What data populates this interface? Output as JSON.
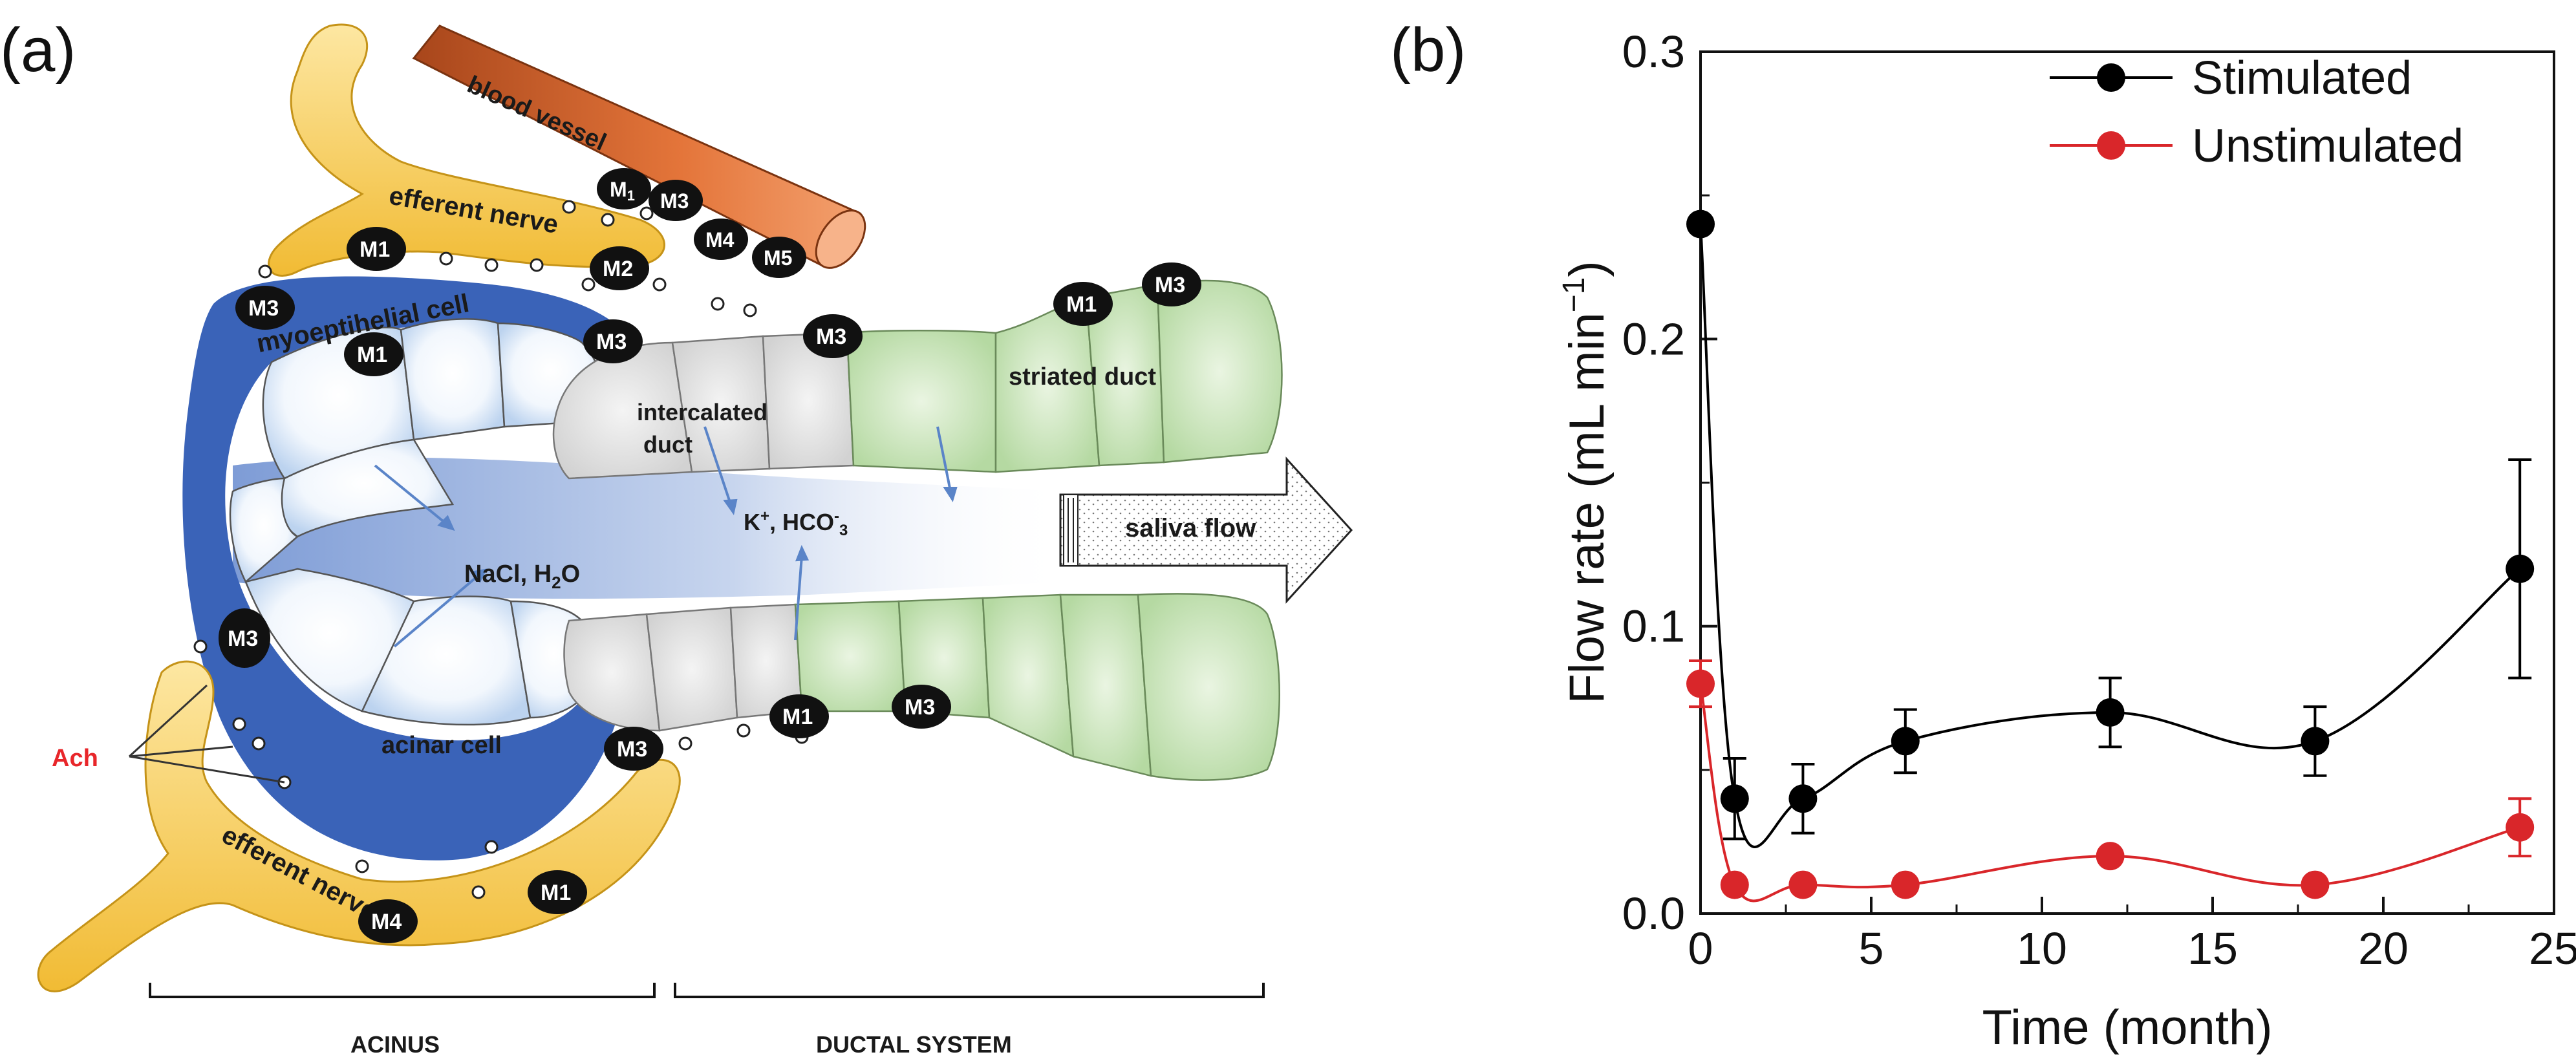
{
  "panel_a": {
    "label": "(a)",
    "texts": {
      "blood_vessel": "blood vessel",
      "efferent_nerve_top": "efferent nerve",
      "efferent_nerve_bottom": "efferent nerve",
      "myoepithelial_cell": "myoeptihelial cell",
      "intercalated_duct_line1": "intercalated",
      "intercalated_duct_line2": "duct",
      "striated_duct": "striated duct",
      "saliva_flow": "saliva flow",
      "nacl": "NaCl, H",
      "nacl_sub": "2",
      "nacl_end": "O",
      "ions_k": "K",
      "ions_plus": "+",
      "ions_hco": ", HCO",
      "ions_minus": "-",
      "ions_3": "3",
      "acinar_cell": "acinar cell",
      "ach": "Ach",
      "acinus": "ACINUS",
      "ductal_system": "DUCTAL SYSTEM"
    },
    "receptors": {
      "vessel_m1_main": "M",
      "vessel_m1_sub": "1",
      "vessel_m3": "M3",
      "vessel_m4": "M4",
      "vessel_m5": "M5",
      "nerve_top_m1": "M1",
      "nerve_top_m2": "M2",
      "myo_m3_left": "M3",
      "acinar_m1_top": "M1",
      "acinar_m3_right": "M3",
      "intercalated_m3_top": "M3",
      "striated_m1": "M1",
      "striated_m3": "M3",
      "acinar_m3_left": "M3",
      "acinar_m3_bottom": "M3",
      "duct_m1_bottom": "M1",
      "duct_m3_bottom": "M3",
      "nerve_bottom_m4": "M4",
      "nerve_bottom_m1": "M1"
    },
    "colors": {
      "myoepithelial": "#3a63b8",
      "nerve": "#f6c84a",
      "vessel": "#d9652a",
      "intercalated": "#e4e4e4",
      "striated": "#c6e4b8",
      "ach": "#e8262a"
    }
  },
  "panel_b": {
    "label": "(b)",
    "chart_data": {
      "type": "line",
      "xlabel": "Time (month)",
      "ylabel_main": "Flow rate (mL min",
      "ylabel_sup": "−1",
      "ylabel_close": ")",
      "xlim": [
        0,
        25
      ],
      "ylim": [
        0.0,
        0.3
      ],
      "x_ticks": [
        "0",
        "5",
        "10",
        "15",
        "20",
        "25"
      ],
      "y_ticks": [
        "0.0",
        "0.1",
        "0.2",
        "0.3"
      ],
      "legend_position": "top-right",
      "grid": false,
      "series": [
        {
          "name": "Stimulated",
          "color": "#000000",
          "x": [
            0,
            1,
            3,
            6,
            12,
            18,
            24
          ],
          "y": [
            0.24,
            0.04,
            0.04,
            0.06,
            0.07,
            0.06,
            0.12
          ],
          "err": [
            0.0,
            0.014,
            0.012,
            0.011,
            0.012,
            0.012,
            0.038
          ]
        },
        {
          "name": "Unstimulated",
          "color": "#d9262a",
          "x": [
            0,
            1,
            3,
            6,
            12,
            18,
            24
          ],
          "y": [
            0.08,
            0.01,
            0.01,
            0.01,
            0.02,
            0.01,
            0.03
          ],
          "err": [
            0.008,
            0.0,
            0.0,
            0.0,
            0.002,
            0.0,
            0.01
          ]
        }
      ]
    }
  }
}
